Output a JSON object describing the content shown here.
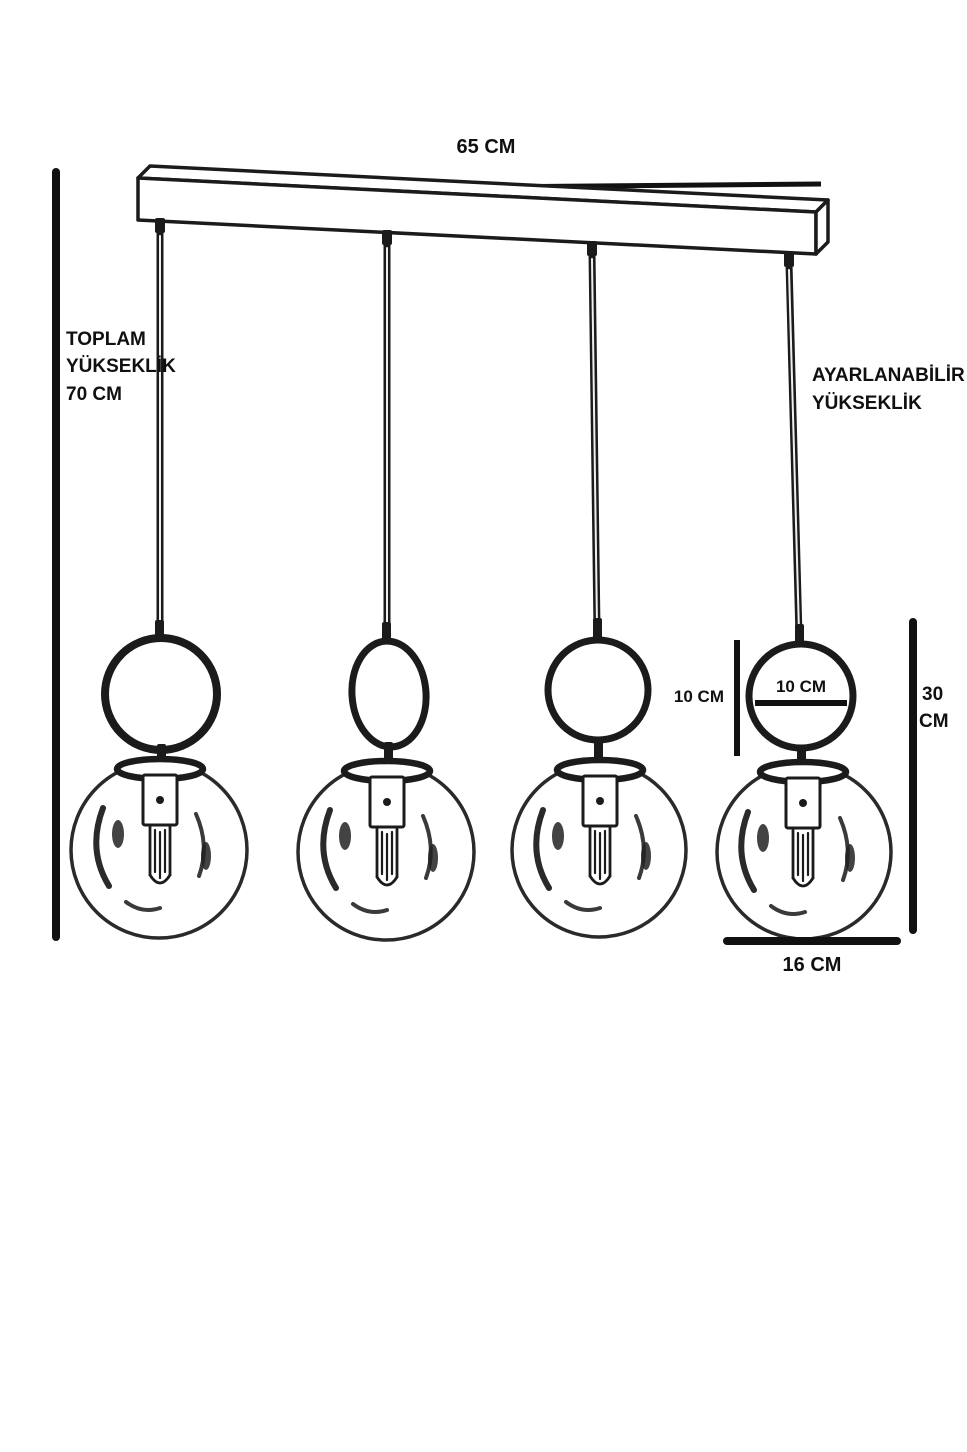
{
  "diagram": {
    "labels": {
      "bar_width": "65 CM",
      "total_height_line1": "TOPLAM",
      "total_height_line2": "YÜKSEKLİK",
      "total_height_line3": "70 CM",
      "adjustable_height_line1": "AYARLANABİLİR",
      "adjustable_height_line2": "YÜKSEKLİK",
      "ring_height": "10 CM",
      "ring_width": "10 CM",
      "drop_height_value": "30",
      "drop_height_unit": "CM",
      "globe_diameter": "16 CM"
    },
    "colors": {
      "ink": "#1b1b1b",
      "background": "#ffffff"
    }
  }
}
